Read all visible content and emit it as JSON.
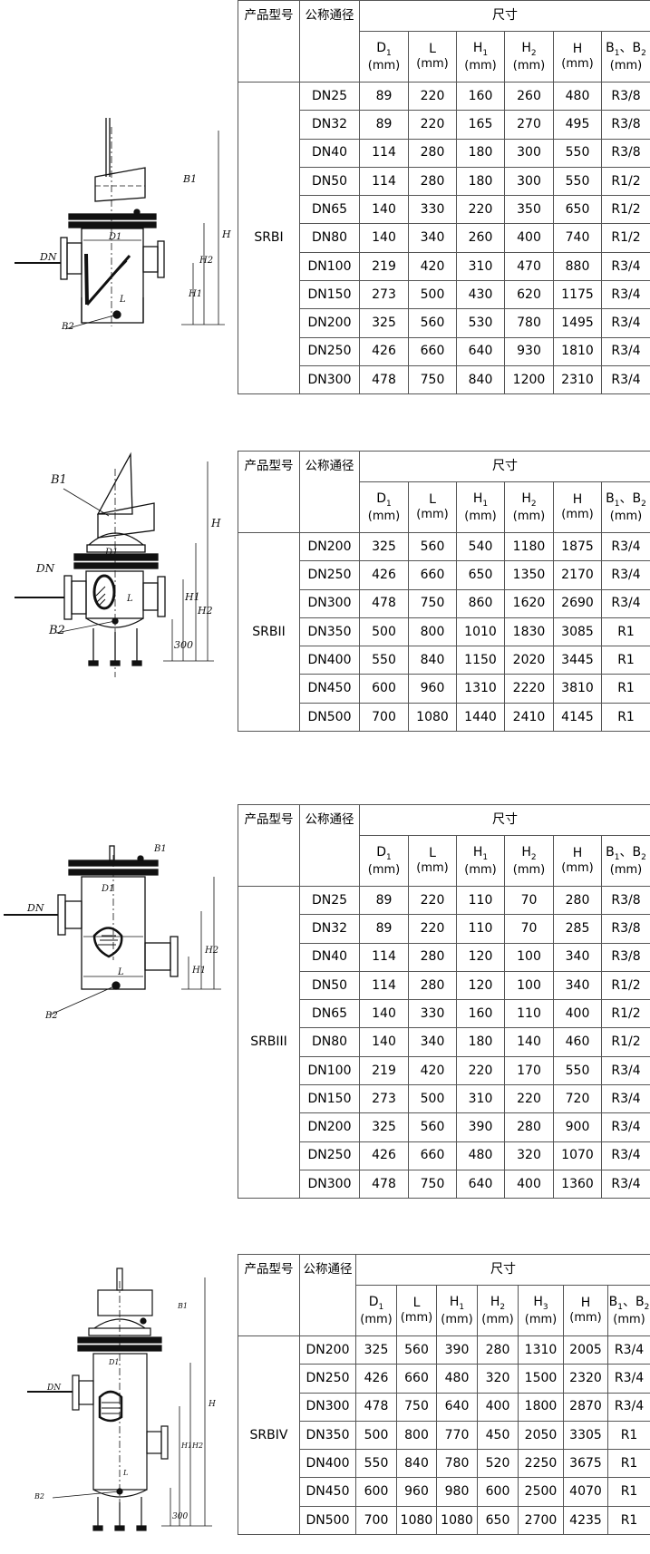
{
  "headers": {
    "model": "产品型号",
    "dn": "公称通径",
    "size": "尺寸",
    "D1": "D1",
    "L": "L",
    "H1": "H1",
    "H2": "H2",
    "H3": "H3",
    "H": "H",
    "B": "B1、B2",
    "unit": "(mm)"
  },
  "drawing_labels": {
    "dn": "DN",
    "d1": "D1",
    "b1": "B1",
    "b2": "B2",
    "l": "L",
    "h": "H",
    "h1": "H1",
    "h2": "H2",
    "leg_height": "300"
  },
  "tables": [
    {
      "model": "SRBI",
      "rows": [
        [
          "DN25",
          "89",
          "220",
          "160",
          "260",
          "480",
          "R3/8"
        ],
        [
          "DN32",
          "89",
          "220",
          "165",
          "270",
          "495",
          "R3/8"
        ],
        [
          "DN40",
          "114",
          "280",
          "180",
          "300",
          "550",
          "R3/8"
        ],
        [
          "DN50",
          "114",
          "280",
          "180",
          "300",
          "550",
          "R1/2"
        ],
        [
          "DN65",
          "140",
          "330",
          "220",
          "350",
          "650",
          "R1/2"
        ],
        [
          "DN80",
          "140",
          "340",
          "260",
          "400",
          "740",
          "R1/2"
        ],
        [
          "DN100",
          "219",
          "420",
          "310",
          "470",
          "880",
          "R3/4"
        ],
        [
          "DN150",
          "273",
          "500",
          "430",
          "620",
          "1175",
          "R3/4"
        ],
        [
          "DN200",
          "325",
          "560",
          "530",
          "780",
          "1495",
          "R3/4"
        ],
        [
          "DN250",
          "426",
          "660",
          "640",
          "930",
          "1810",
          "R3/4"
        ],
        [
          "DN300",
          "478",
          "750",
          "840",
          "1200",
          "2310",
          "R3/4"
        ]
      ]
    },
    {
      "model": "SRBII",
      "rows": [
        [
          "DN200",
          "325",
          "560",
          "540",
          "1180",
          "1875",
          "R3/4"
        ],
        [
          "DN250",
          "426",
          "660",
          "650",
          "1350",
          "2170",
          "R3/4"
        ],
        [
          "DN300",
          "478",
          "750",
          "860",
          "1620",
          "2690",
          "R3/4"
        ],
        [
          "DN350",
          "500",
          "800",
          "1010",
          "1830",
          "3085",
          "R1"
        ],
        [
          "DN400",
          "550",
          "840",
          "1150",
          "2020",
          "3445",
          "R1"
        ],
        [
          "DN450",
          "600",
          "960",
          "1310",
          "2220",
          "3810",
          "R1"
        ],
        [
          "DN500",
          "700",
          "1080",
          "1440",
          "2410",
          "4145",
          "R1"
        ]
      ]
    },
    {
      "model": "SRBIII",
      "rows": [
        [
          "DN25",
          "89",
          "220",
          "110",
          "70",
          "280",
          "R3/8"
        ],
        [
          "DN32",
          "89",
          "220",
          "110",
          "70",
          "285",
          "R3/8"
        ],
        [
          "DN40",
          "114",
          "280",
          "120",
          "100",
          "340",
          "R3/8"
        ],
        [
          "DN50",
          "114",
          "280",
          "120",
          "100",
          "340",
          "R1/2"
        ],
        [
          "DN65",
          "140",
          "330",
          "160",
          "110",
          "400",
          "R1/2"
        ],
        [
          "DN80",
          "140",
          "340",
          "180",
          "140",
          "460",
          "R1/2"
        ],
        [
          "DN100",
          "219",
          "420",
          "220",
          "170",
          "550",
          "R3/4"
        ],
        [
          "DN150",
          "273",
          "500",
          "310",
          "220",
          "720",
          "R3/4"
        ],
        [
          "DN200",
          "325",
          "560",
          "390",
          "280",
          "900",
          "R3/4"
        ],
        [
          "DN250",
          "426",
          "660",
          "480",
          "320",
          "1070",
          "R3/4"
        ],
        [
          "DN300",
          "478",
          "750",
          "640",
          "400",
          "1360",
          "R3/4"
        ]
      ]
    },
    {
      "model": "SRBIV",
      "rows": [
        [
          "DN200",
          "325",
          "560",
          "390",
          "280",
          "1310",
          "2005",
          "R3/4"
        ],
        [
          "DN250",
          "426",
          "660",
          "480",
          "320",
          "1500",
          "2320",
          "R3/4"
        ],
        [
          "DN300",
          "478",
          "750",
          "640",
          "400",
          "1800",
          "2870",
          "R3/4"
        ],
        [
          "DN350",
          "500",
          "800",
          "770",
          "450",
          "2050",
          "3305",
          "R1"
        ],
        [
          "DN400",
          "550",
          "840",
          "780",
          "520",
          "2250",
          "3675",
          "R1"
        ],
        [
          "DN450",
          "600",
          "960",
          "980",
          "600",
          "2500",
          "4070",
          "R1"
        ],
        [
          "DN500",
          "700",
          "1080",
          "1080",
          "650",
          "2700",
          "4235",
          "R1"
        ]
      ]
    }
  ]
}
